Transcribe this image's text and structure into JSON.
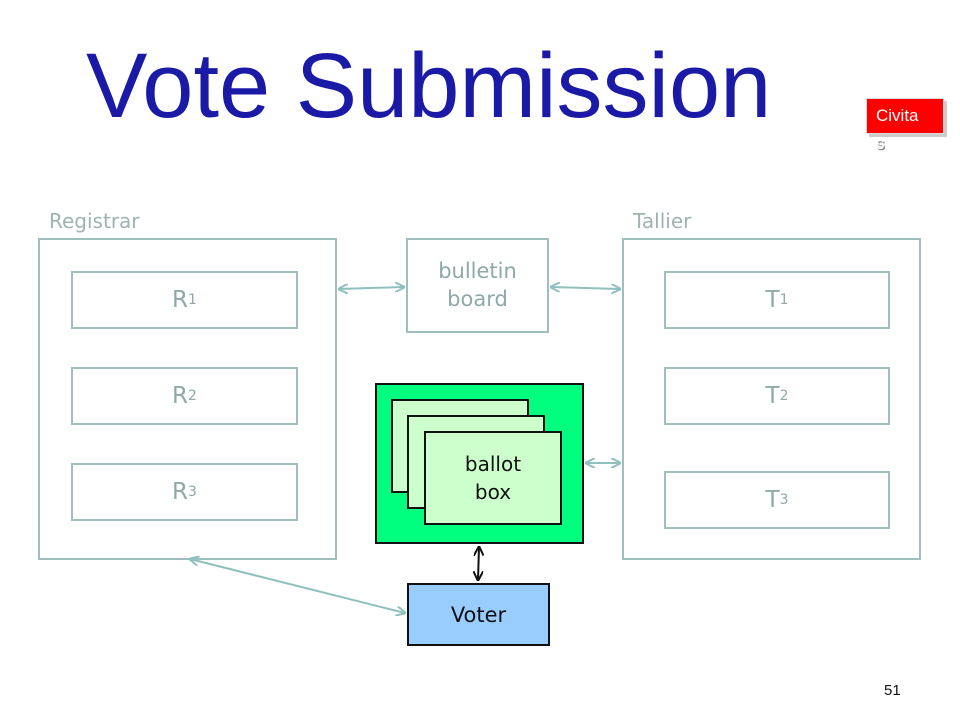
{
  "title": "Vote Submission",
  "badge": {
    "line1": "Civita",
    "line2": "s",
    "color": "#ff0000"
  },
  "registrar": {
    "label": "Registrar",
    "items": [
      {
        "name": "R",
        "sub": "1"
      },
      {
        "name": "R",
        "sub": "2"
      },
      {
        "name": "R",
        "sub": "3"
      }
    ]
  },
  "tallier": {
    "label": "Tallier",
    "items": [
      {
        "name": "T",
        "sub": "1"
      },
      {
        "name": "T",
        "sub": "2"
      },
      {
        "name": "T",
        "sub": "3"
      }
    ]
  },
  "bulletin_board": {
    "line1": "bulletin",
    "line2": "board"
  },
  "ballot_box": {
    "line1": "ballot",
    "line2": "box",
    "outer_color": "#00ff7f",
    "card_color": "#ccffcc"
  },
  "voter": {
    "label": "Voter",
    "color": "#99ccff"
  },
  "page_number": "51",
  "colors": {
    "title": "#1a1aa6",
    "outline": "#9fbfbf",
    "muted_text": "#8fa8a8"
  }
}
